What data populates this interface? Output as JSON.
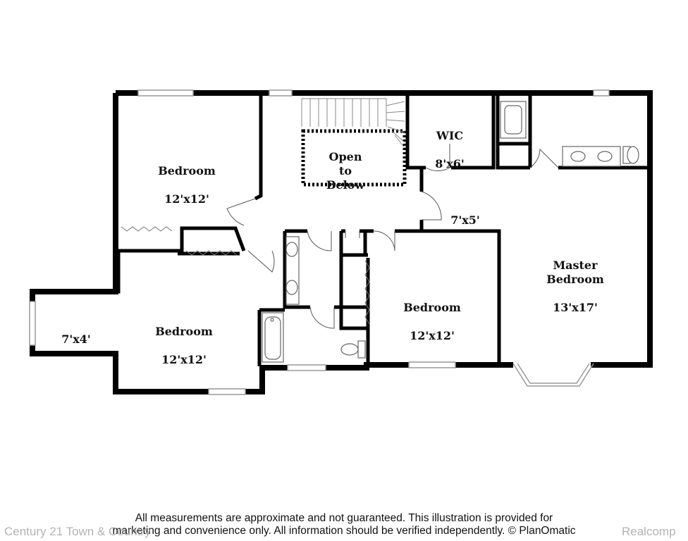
{
  "rooms": {
    "bedroom_nw": {
      "name": "Bedroom",
      "size": "12'x12'"
    },
    "open_to_below": {
      "name": "Open\nto\nBelow"
    },
    "wic": {
      "name": "WIC",
      "size": "8'x6'"
    },
    "hall_7x5": {
      "size": "7'x5'"
    },
    "bedroom_sw": {
      "name": "Bedroom",
      "size": "12'x12'"
    },
    "nook_7x4": {
      "size": "7'x4'"
    },
    "bedroom_center": {
      "name": "Bedroom",
      "size": "12'x12'"
    },
    "master_bedroom": {
      "name": "Master\nBedroom",
      "size": "13'x17'"
    }
  },
  "disclaimer": {
    "line1": "All measurements are approximate and not guaranteed. This illustration is provided for",
    "line2": "marketing and convenience only. All information should be verified independently. © PlanOmatic"
  },
  "watermarks": {
    "left": "Century 21 Town & Country",
    "right": "Realcomp"
  },
  "colors": {
    "wall": "#000000",
    "window": "#bdbdbd",
    "background": "#ffffff"
  }
}
